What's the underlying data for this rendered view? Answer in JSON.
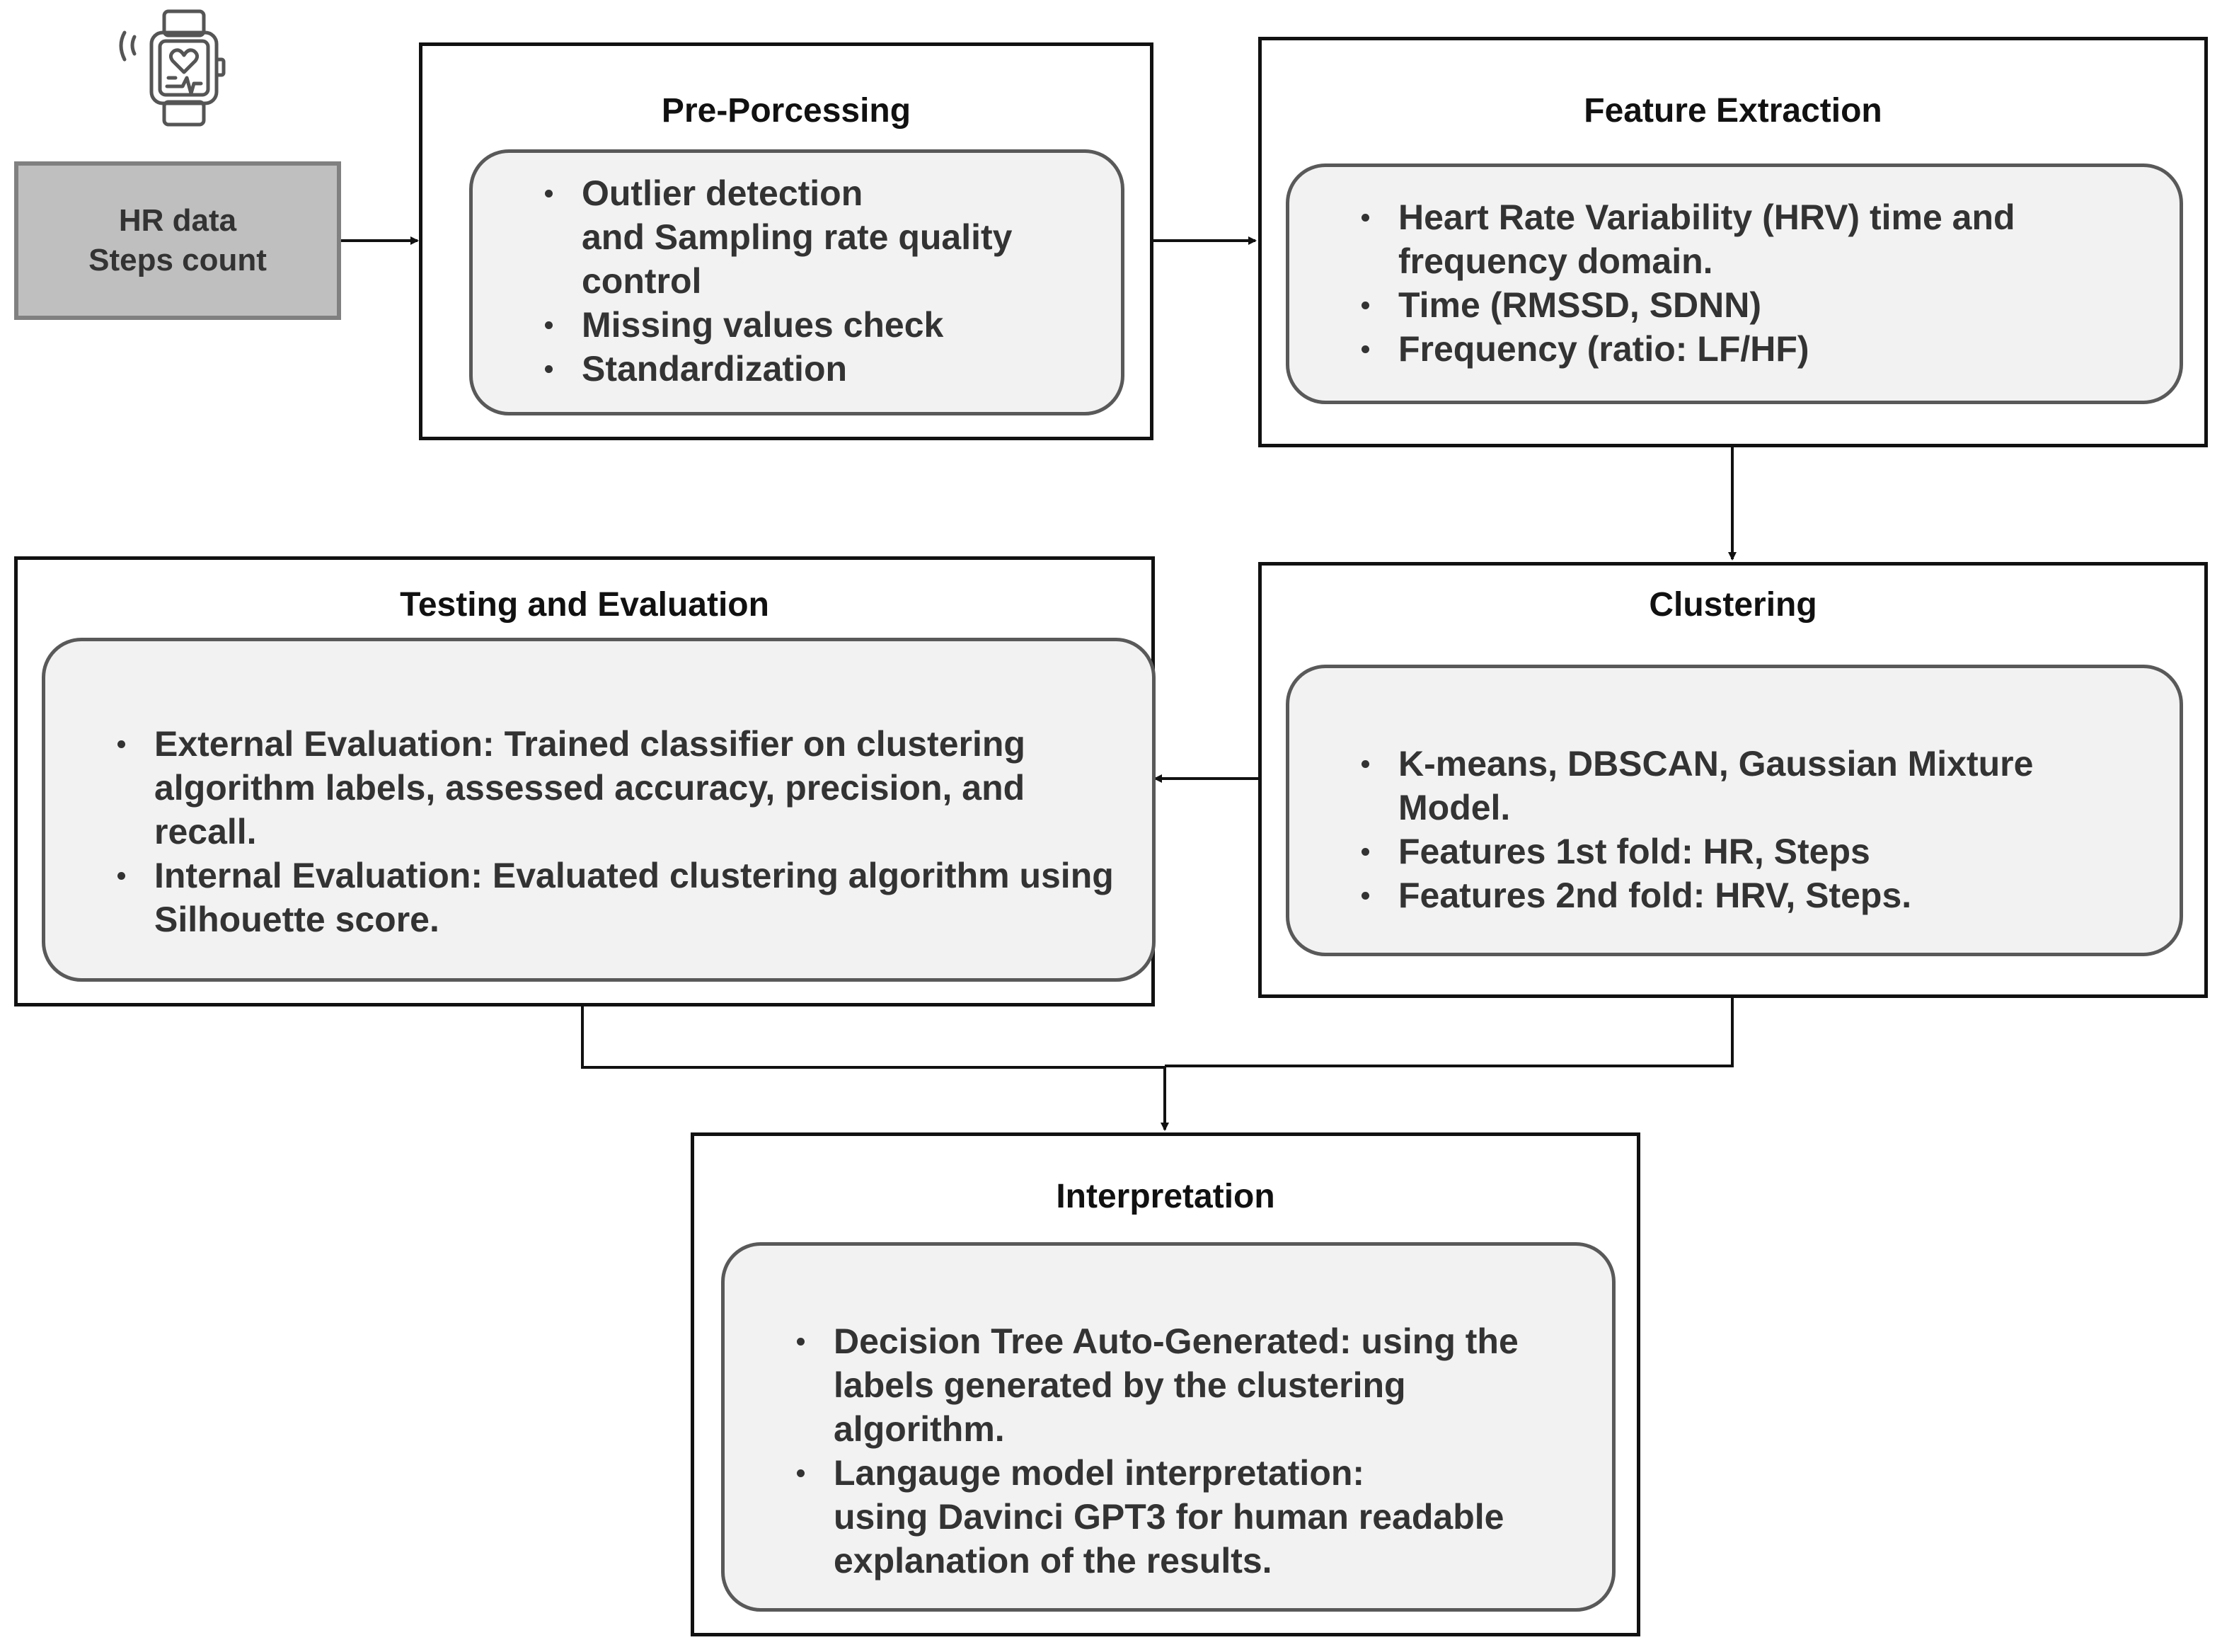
{
  "input": {
    "lines": [
      "HR data",
      "Steps count"
    ],
    "icon": "smartwatch-heart-icon"
  },
  "stages": {
    "preprocessing": {
      "title": "Pre-Porcessing",
      "items": [
        "Outlier detection\nand Sampling rate quality control",
        "Missing values check",
        "Standardization"
      ]
    },
    "feature_extraction": {
      "title": "Feature Extraction",
      "items": [
        "Heart Rate Variability (HRV) time and frequency domain.",
        "Time (RMSSD, SDNN)",
        "Frequency (ratio: LF/HF)"
      ]
    },
    "clustering": {
      "title": "Clustering",
      "items": [
        "K-means, DBSCAN, Gaussian Mixture Model.",
        "Features 1st fold: HR, Steps",
        "Features 2nd fold: HRV, Steps."
      ]
    },
    "testing": {
      "title": "Testing and Evaluation",
      "items": [
        "External Evaluation: Trained classifier on clustering algorithm labels, assessed accuracy, precision, and recall.",
        "Internal Evaluation: Evaluated clustering algorithm using Silhouette score."
      ]
    },
    "interpretation": {
      "title": "Interpretation",
      "items": [
        " Decision Tree Auto-Generated: using the labels generated by the clustering algorithm.",
        "Langauge model interpretation:\nusing Davinci GPT3 for human readable explanation of the results."
      ]
    }
  },
  "colors": {
    "stage_border": "#111111",
    "inner_border": "#595959",
    "inner_fill": "#f2f2f2",
    "input_fill": "#bfbfbf",
    "input_border": "#808080",
    "text": "#333333"
  }
}
